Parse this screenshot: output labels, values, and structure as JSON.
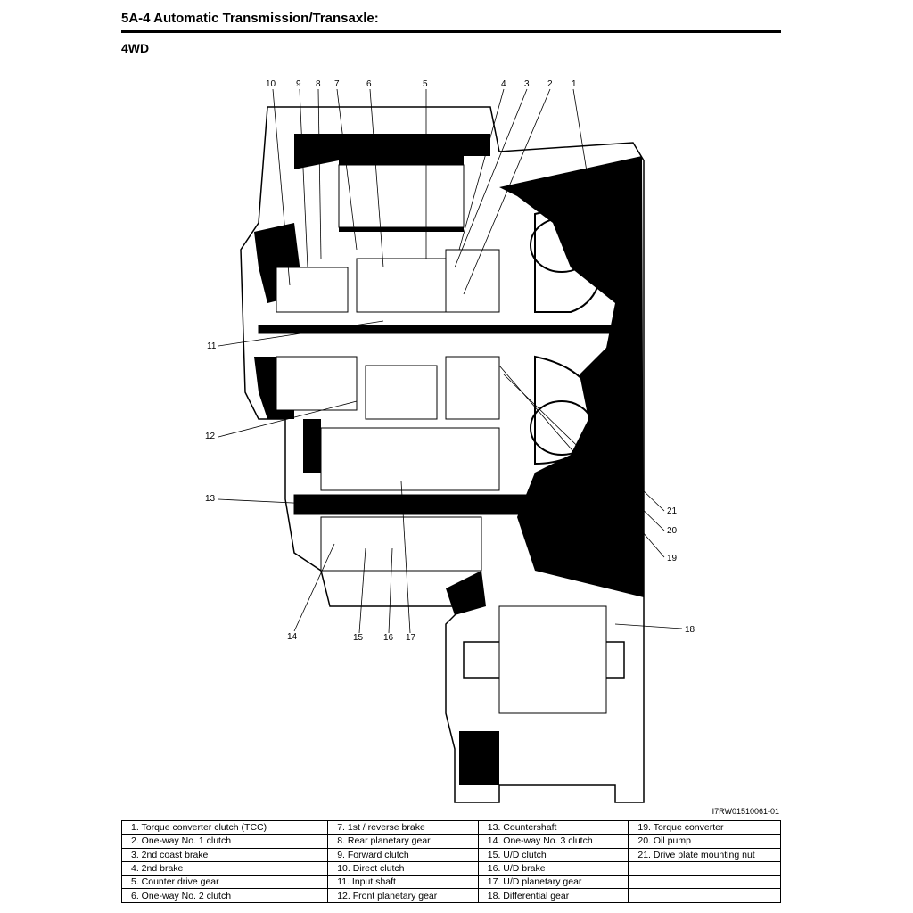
{
  "header": {
    "title": "5A-4   Automatic Transmission/Transaxle:"
  },
  "subtitle": "4WD",
  "figure": {
    "code": "I7RW01510061-01",
    "callouts": [
      "1",
      "2",
      "3",
      "4",
      "5",
      "6",
      "7",
      "8",
      "9",
      "10",
      "11",
      "12",
      "13",
      "14",
      "15",
      "16",
      "17",
      "18",
      "19",
      "20",
      "21"
    ]
  },
  "legend": {
    "columns": [
      [
        "1.   Torque converter clutch (TCC)",
        "2.   One-way No. 1 clutch",
        "3.   2nd coast brake",
        "4.   2nd brake",
        "5.   Counter drive gear",
        "6.   One-way No. 2 clutch"
      ],
      [
        "7.   1st / reverse brake",
        "8.   Rear planetary gear",
        "9.   Forward clutch",
        "10.  Direct clutch",
        "11.  Input shaft",
        "12.  Front planetary gear"
      ],
      [
        "13.  Countershaft",
        "14.  One-way No. 3 clutch",
        "15.  U/D clutch",
        "16.  U/D brake",
        "17.  U/D planetary gear",
        "18.  Differential gear"
      ],
      [
        "19.  Torque converter",
        "20.  Oil pump",
        "21.  Drive plate mounting nut",
        "",
        "",
        ""
      ]
    ]
  }
}
